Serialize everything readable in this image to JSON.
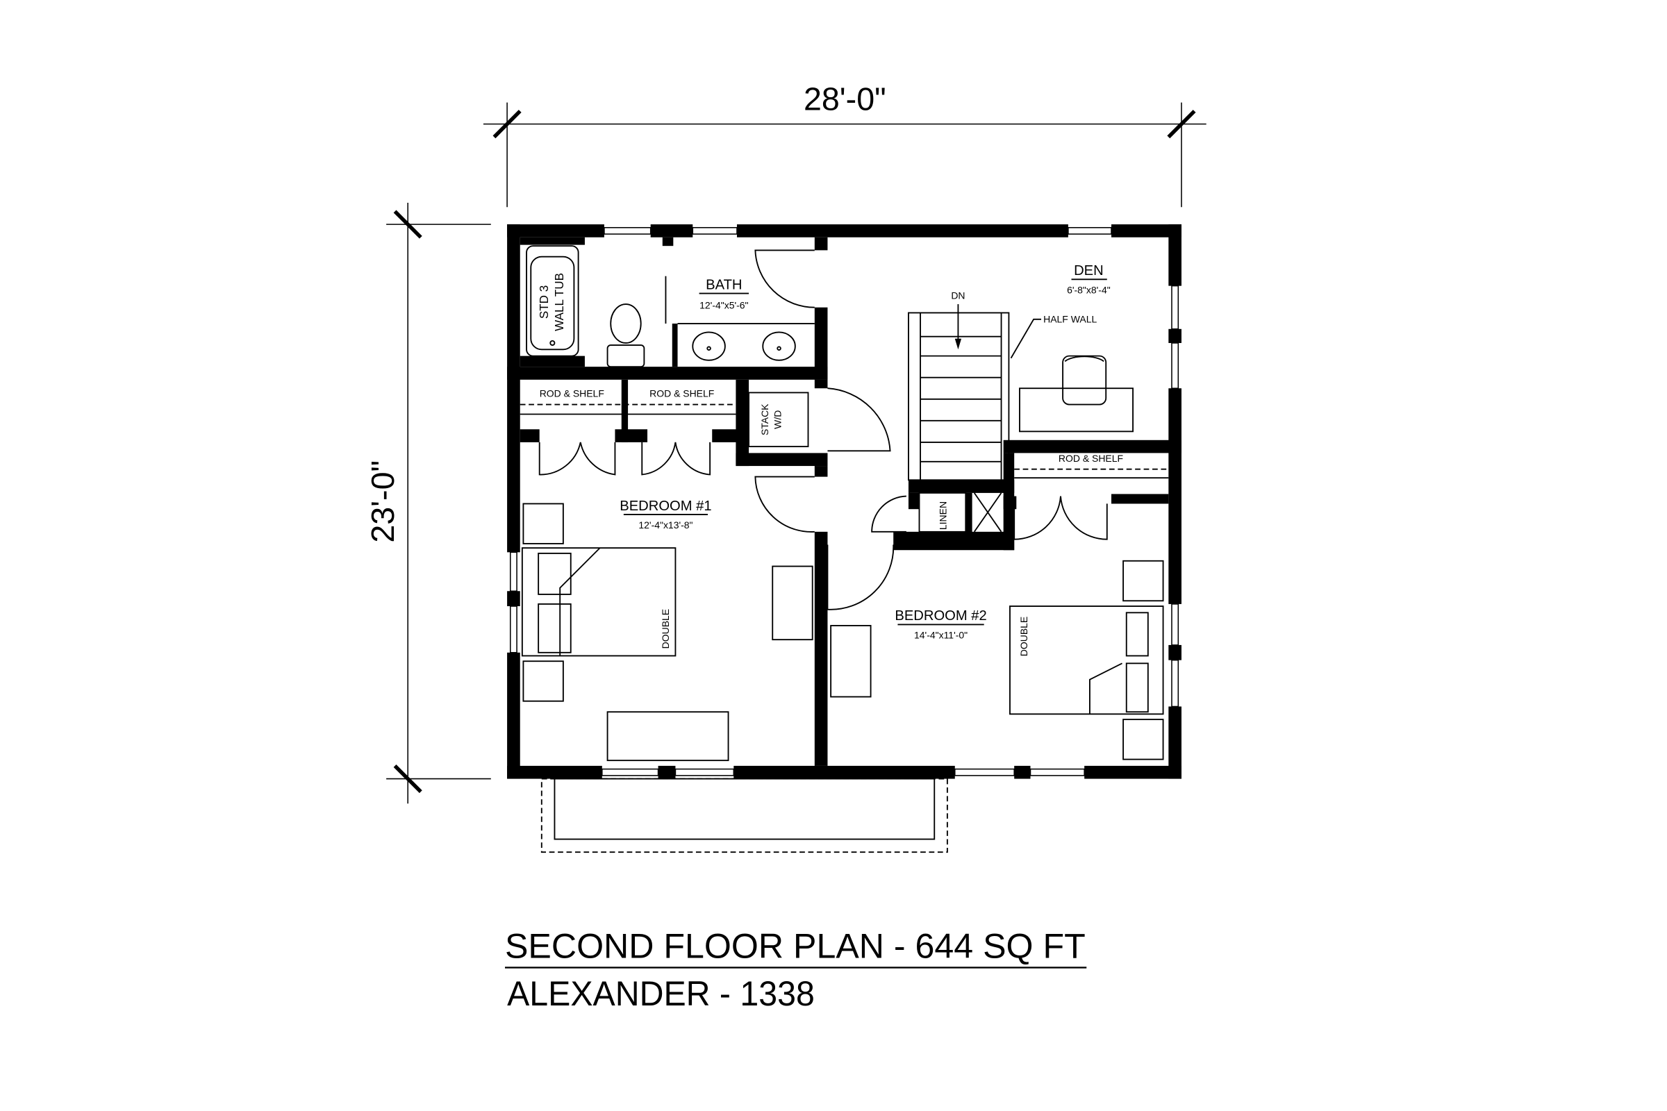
{
  "dimensions": {
    "width": "28'-0\"",
    "depth": "23'-0\""
  },
  "rooms": {
    "bath": {
      "name": "BATH",
      "size": "12'-4\"x5'-6\""
    },
    "den": {
      "name": "DEN",
      "size": "6'-8\"x8'-4\""
    },
    "bedroom1": {
      "name": "BEDROOM #1",
      "size": "12'-4\"x13'-8\""
    },
    "bedroom2": {
      "name": "BEDROOM #2",
      "size": "14'-4\"x11'-0\""
    }
  },
  "labels": {
    "tub": [
      "STD 3",
      "WALL TUB"
    ],
    "rod_shelf": "ROD & SHELF",
    "stack": [
      "STACK",
      "W/D"
    ],
    "linen": "LINEN",
    "dn": "DN",
    "half_wall": "HALF WALL",
    "double": "DOUBLE"
  },
  "title": {
    "main": "SECOND FLOOR PLAN - 644 SQ FT",
    "sub": "ALEXANDER - 1338"
  }
}
